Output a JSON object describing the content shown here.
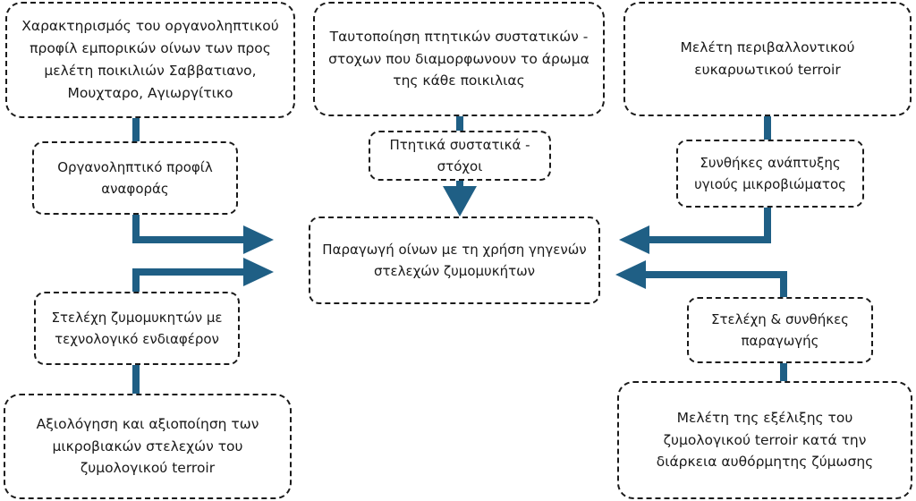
{
  "diagram": {
    "title": "",
    "colors": {
      "arrow": "#1f5f85",
      "border": "#1a1a1a"
    },
    "boxes": {
      "top_left": "Χαρακτηρισμός του οργανοληπτικού προφίλ εμπορικών οίνων των προς μελέτη ποικιλιών Σαββατιανο, Μουχταρο, Αγιωργίτικο",
      "top_center": "Ταυτοποίηση πτητικών συστατικών - στοχων που διαμορφωνουν το άρωμα της κάθε ποικιλιας",
      "top_right": "Μελέτη περιβαλλοντικού ευκαρυωτικού terroir",
      "sensory_profile": "Οργανοληπτικό προφίλ αναφοράς",
      "volatile_targets": "Πτητικά συστατικά - στόχοι",
      "microbiome_conditions": "Συνθήκες ανάπτυξης υγιούς μικροβιώματος",
      "center": "Παραγωγή οίνων με τη χρήση γηγενών στελεχών ζυμομυκήτων",
      "yeast_strains": "Στελέχη ζυμομυκητών με τεχνολογικό ενδιαφέρον",
      "strains_conditions": "Στελέχη & συνθήκες παραγωγής",
      "bottom_left": "Αξιολόγηση και αξιοποίηση των μικροβιακών στελεχών του ζυμολογικού terroir",
      "bottom_right": "Μελέτη της εξέλιξης του ζυμολογικού terroir κατά την διάρκεια αυθόρμητης ζύμωσης"
    }
  }
}
